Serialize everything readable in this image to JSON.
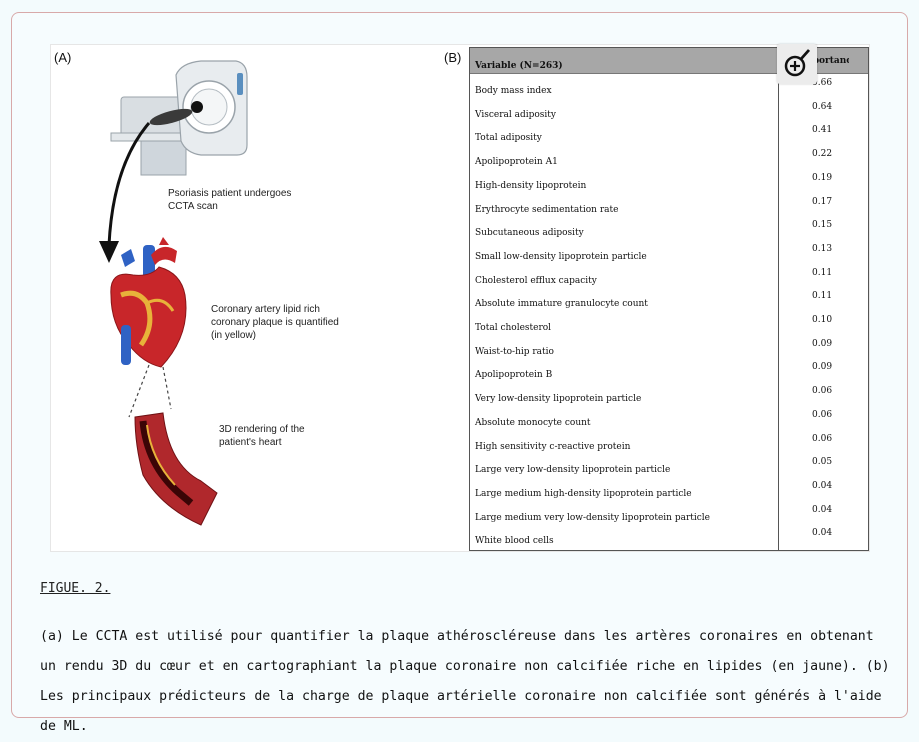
{
  "figure": {
    "panel_a_label": "(A)",
    "panel_b_label": "(B)",
    "caption_scan": "Psoriasis patient undergoes CCTA scan",
    "caption_plaque": "Coronary artery lipid rich coronary plaque is quantified (in yellow)",
    "caption_render": "3D rendering of the patient's heart",
    "colors": {
      "heart_red": "#c8262a",
      "vessel_blue": "#2f62c4",
      "plaque_yellow": "#e8b23a",
      "scanner_gray": "#cfd6dc"
    }
  },
  "table": {
    "header_variable": "Variable (N=263)",
    "header_importance": "Importance",
    "rows": [
      {
        "variable": "Body mass index",
        "value": "0.66"
      },
      {
        "variable": "Visceral adiposity",
        "value": "0.64"
      },
      {
        "variable": "Total adiposity",
        "value": "0.41"
      },
      {
        "variable": "Apolipoprotein A1",
        "value": "0.22"
      },
      {
        "variable": "High-density lipoprotein",
        "value": "0.19"
      },
      {
        "variable": "Erythrocyte sedimentation rate",
        "value": "0.17"
      },
      {
        "variable": "Subcutaneous adiposity",
        "value": "0.15"
      },
      {
        "variable": "Small low-density lipoprotein particle",
        "value": "0.13"
      },
      {
        "variable": "Cholesterol efflux capacity",
        "value": "0.11"
      },
      {
        "variable": "Absolute immature granulocyte count",
        "value": "0.11"
      },
      {
        "variable": "Total cholesterol",
        "value": "0.10"
      },
      {
        "variable": "Waist-to-hip ratio",
        "value": "0.09"
      },
      {
        "variable": "Apolipoprotein B",
        "value": "0.09"
      },
      {
        "variable": "Very low-density lipoprotein particle",
        "value": "0.06"
      },
      {
        "variable": "Absolute monocyte count",
        "value": "0.06"
      },
      {
        "variable": "High sensitivity c-reactive protein",
        "value": "0.06"
      },
      {
        "variable": "Large very low-density lipoprotein particle",
        "value": "0.05"
      },
      {
        "variable": "Large medium high-density lipoprotein particle",
        "value": "0.04"
      },
      {
        "variable": "Large medium very low-density lipoprotein particle",
        "value": "0.04"
      },
      {
        "variable": "White blood cells",
        "value": "0.04"
      }
    ]
  },
  "zoom_icon": "zoom-in-icon",
  "figure_link": "FIGUE. 2.",
  "description": "(a) Le CCTA est utilisé pour quantifier la plaque athéroscléreuse dans les artères coronaires en obtenant un rendu 3D du cœur et en cartographiant la plaque coronaire non calcifiée riche en lipides (en jaune). (b) Les principaux prédicteurs de la charge de plaque artérielle coronaire non calcifiée sont générés à l'aide de ML."
}
